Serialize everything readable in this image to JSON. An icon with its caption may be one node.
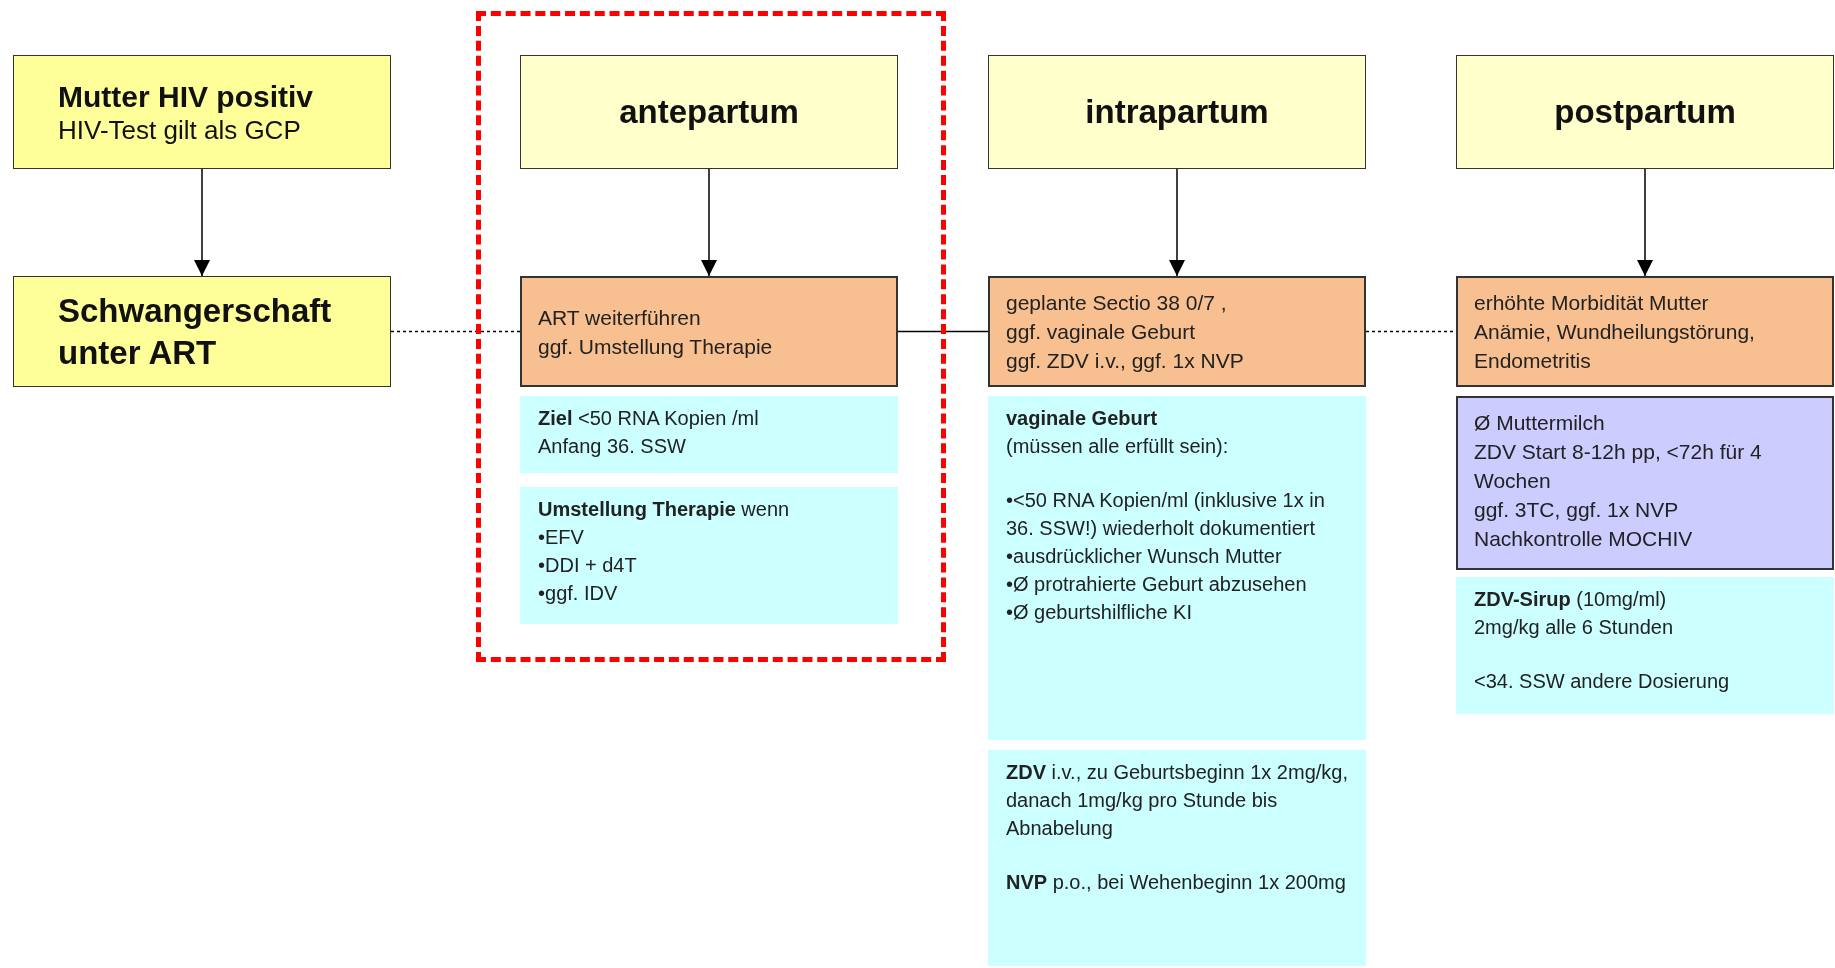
{
  "diagram": {
    "nodes": [
      {
        "text": [
          "Mutter HIV positiv",
          "HIV-Test gilt als GCP"
        ]
      },
      {
        "text": [
          "Schwangerschaft unter ART"
        ]
      },
      {
        "text": [],
        "shape": "box"
      },
      {
        "text": [
          "antepartum"
        ],
        "in": 2
      },
      {
        "text": [
          "ART weiterführen",
          "ggf. Umstellung Therapie"
        ],
        "in": 2
      },
      {
        "text": [
          "**Ziel** <50 RNA Kopien /ml",
          "Anfang 36. SSW"
        ],
        "in": 2
      },
      {
        "text": [
          "**Umstellung Therapie** wenn",
          "•EFV",
          "•DDI + d4T",
          "•ggf. IDV"
        ],
        "in": 2
      },
      {
        "text": [
          "intrapartum"
        ]
      },
      {
        "text": [
          "geplante Sectio 38 0/7 ,",
          "ggf. vaginale Geburt",
          "ggf. ZDV i.v., ggf. 1x NVP"
        ]
      },
      {
        "text": [
          "vaginale Geburt",
          "(müssen alle erfüllt sein):",
          "•<50 RNA Kopien/ml (inklusive 1x in 36. SSW!) wiederholt dokumentiert",
          "•ausdrücklicher Wunsch Mutter",
          "•Ø protrahierte Geburt abzusehen",
          "•Ø geburtshilfliche KI"
        ]
      },
      {
        "text": [
          "**ZDV** i.v., zu Geburtsbeginn 1x 2mg/kg, danach 1mg/kg pro Stunde bis Abnabelung",
          "**NVP** p.o., bei Wehenbeginn 1x 200mg"
        ]
      },
      {
        "text": [
          "postpartum"
        ]
      },
      {
        "text": [
          "erhöhte Morbidität Mutter",
          "Anämie, Wundheilungstörung,",
          "Endometritis"
        ]
      },
      {
        "text": [
          "Ø Muttermilch",
          "ZDV Start 8-12h pp, <72h für 4 Wochen",
          "ggf. 3TC, ggf. 1x NVP",
          "Nachkontrolle MOCHIV"
        ]
      },
      {
        "text": [
          "**ZDV-Sirup** (10mg/ml)",
          "2mg/kg alle 6 Stunden",
          "<34. SSW andere Dosierung"
        ]
      }
    ],
    "edges": [
      {
        "from": 0,
        "to": 1,
        "arrow": "to"
      },
      {
        "from": 3,
        "to": 4,
        "arrow": "to"
      },
      {
        "from": 7,
        "to": 8,
        "arrow": "to"
      },
      {
        "from": 11,
        "to": 12,
        "arrow": "to"
      },
      {
        "from": 1,
        "to": 4,
        "arrow": "none",
        "style": "dashed"
      },
      {
        "from": 4,
        "to": 8,
        "arrow": "none"
      },
      {
        "from": 8,
        "to": 12,
        "arrow": "none",
        "style": "dashed"
      }
    ]
  }
}
